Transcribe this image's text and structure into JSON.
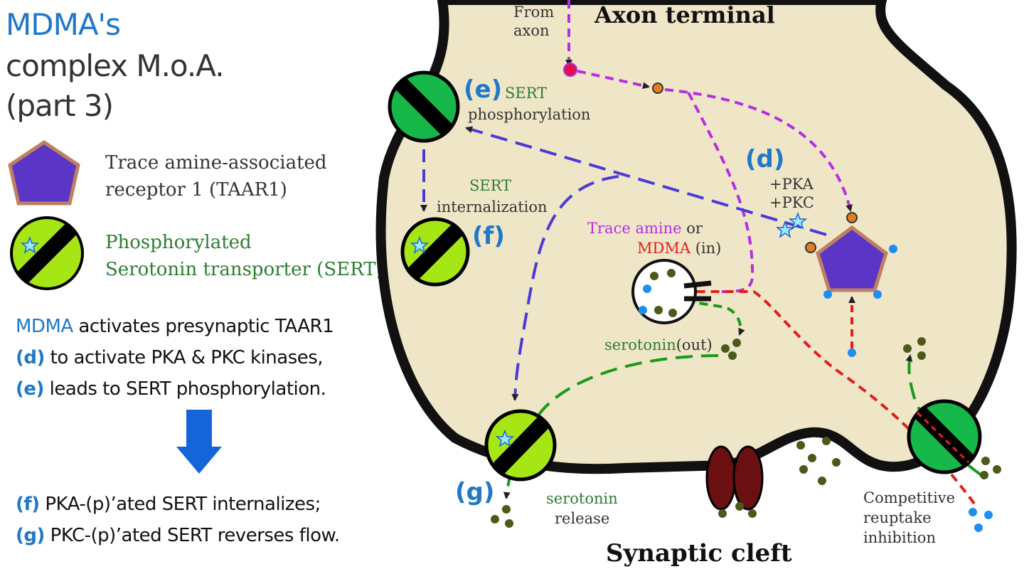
{
  "title": {
    "line1": "MDMA's",
    "line2": "complex M.o.A.",
    "line3": "(part 3)"
  },
  "legend": {
    "taar1": {
      "line1": "Trace amine-associated",
      "line2": "receptor 1 (TAAR1)"
    },
    "sert": {
      "line1": "Phosphorylated",
      "line2": "Serotonin transporter (SERT)"
    }
  },
  "description": {
    "line1_highlight": "MDMA",
    "line1_rest": " activates presynaptic TAAR1",
    "line2_label": "(d)",
    "line2_rest": " to activate PKA & PKC kinases,",
    "line3_label": "(e)",
    "line3_rest": " leads to SERT phosphorylation.",
    "line4_label": "(f)",
    "line4_rest": " PKA-(p)’ated SERT internalizes;",
    "line5_label": "(g)",
    "line5_rest": " PKC-(p)’ated SERT reverses flow."
  },
  "diagram": {
    "axon_terminal": "Axon terminal",
    "synaptic_cleft": "Synaptic cleft",
    "from_axon_1": "From",
    "from_axon_2": "axon",
    "label_e": "(e)",
    "sert_phos_1": "SERT",
    "sert_phos_2": "phosphorylation",
    "label_d": "(d)",
    "pka": "+PKA",
    "pkc": "+PKC",
    "sert_int_1": "SERT",
    "sert_int_2": "internalization",
    "label_f": "(f)",
    "trace_amine": "Trace amine",
    "or": " or",
    "mdma": "MDMA",
    "in": " (in)",
    "serotonin_out_1": "serotonin",
    "serotonin_out_2": "(out)",
    "label_g": "(g)",
    "serotonin_release_1": "serotonin",
    "serotonin_release_2": "release",
    "competitive_1": "Competitive",
    "competitive_2": "reuptake",
    "competitive_3": "inhibition"
  },
  "colors": {
    "accent_blue": "#1f78c8",
    "membrane_fill": "#efe6c8",
    "taar1_fill": "#5b36c6",
    "taar1_border": "#c08060",
    "sert_green": "#16b84a",
    "sert_lime": "#a6e615",
    "purple_path": "#b62ee0",
    "violet_path": "#4a3ad8",
    "red_path": "#e0201c",
    "green_path": "#1a9a1a",
    "dot_olive": "#4b5a1a",
    "dot_blue": "#1e8ef0",
    "receptor_maroon": "#6a1010",
    "arrow_blue": "#1565d8"
  }
}
